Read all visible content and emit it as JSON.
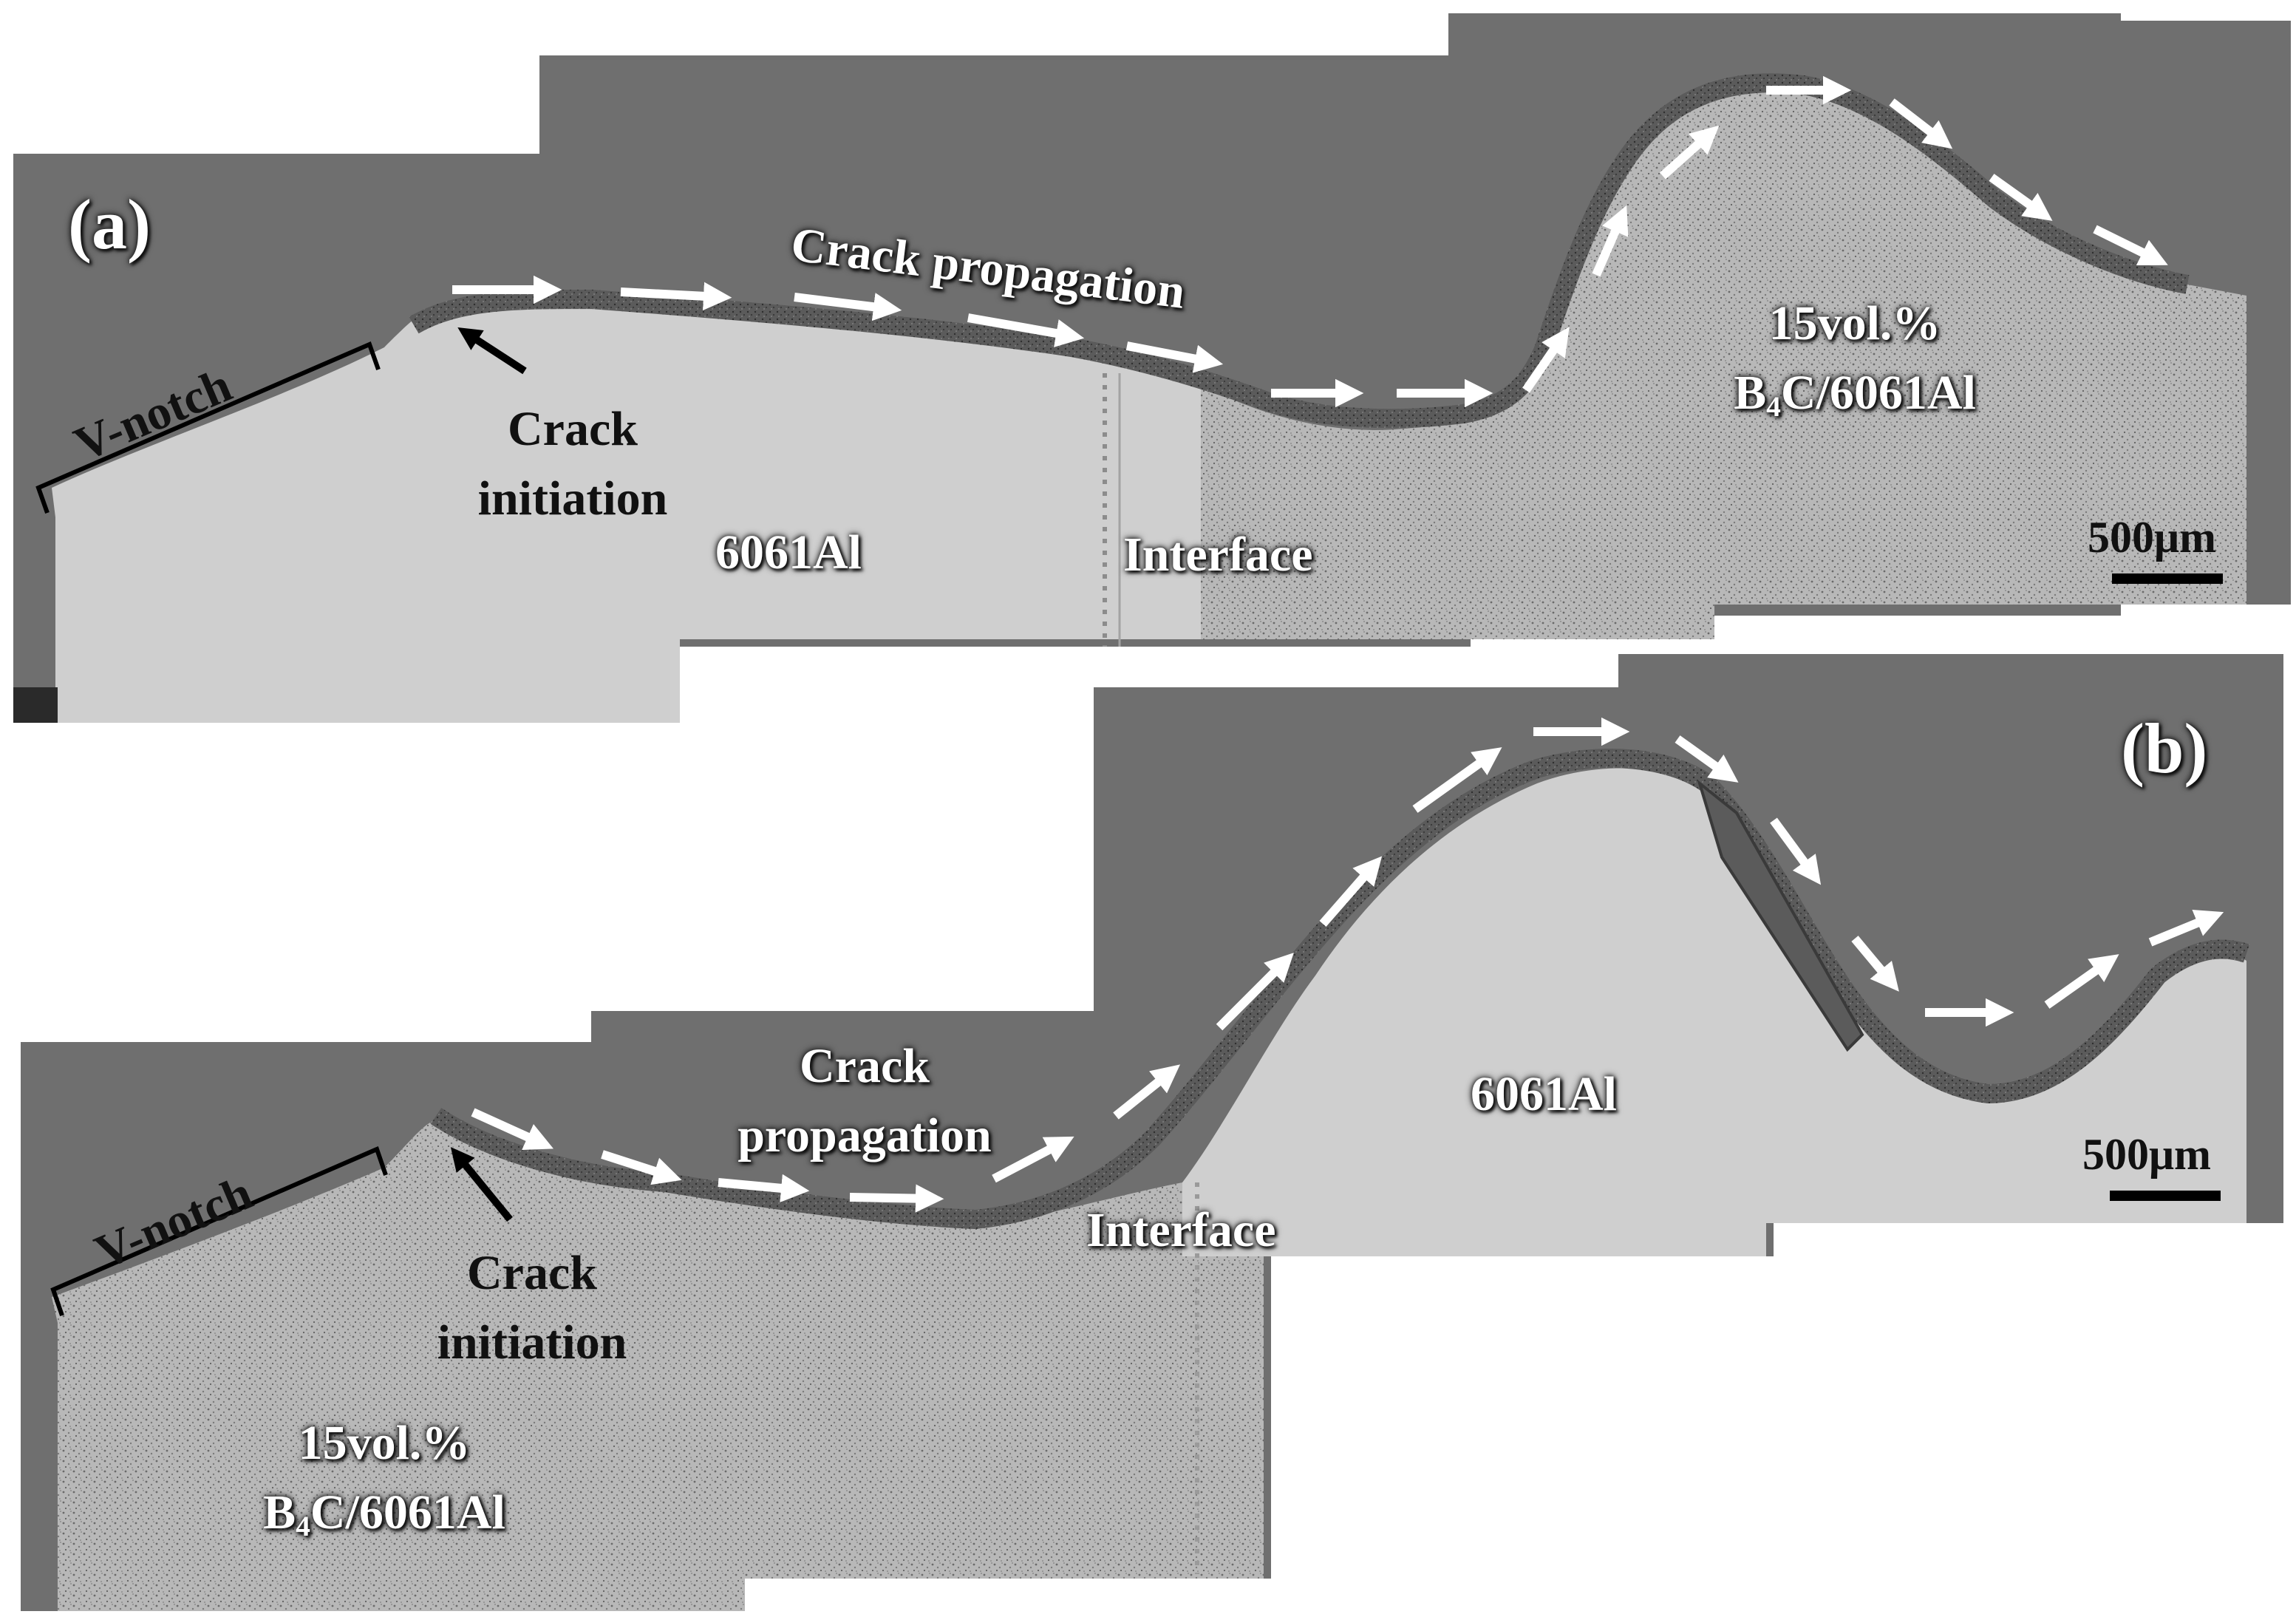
{
  "panels": {
    "a": {
      "letter": "(a)",
      "v_notch": "V-notch",
      "crack_initiation": [
        "Crack",
        "initiation"
      ],
      "crack_propagation": "Crack propagation",
      "left_material": "6061Al",
      "interface": "Interface",
      "right_material": {
        "line1": "15vol.%",
        "line2_prefix": "B",
        "line2_sub": "4",
        "line2_suffix": "C/6061Al"
      },
      "scale_bar": "500μm"
    },
    "b": {
      "letter": "(b)",
      "v_notch": "V-notch",
      "crack_initiation": [
        "Crack",
        "initiation"
      ],
      "crack_propagation": [
        "Crack",
        "propagation"
      ],
      "left_material": {
        "line1": "15vol.%",
        "line2_prefix": "B",
        "line2_sub": "4",
        "line2_suffix": "C/6061Al"
      },
      "interface": "Interface",
      "right_material": "6061Al",
      "scale_bar": "500μm"
    }
  },
  "colors": {
    "background_resin": "#6f6f6f",
    "aluminum": "#cdcdcd",
    "composite": "#b9b9b9",
    "crack_layer": "#5a5a5a",
    "arrows": "#ffffff",
    "pointer_arrow": "#000000"
  }
}
